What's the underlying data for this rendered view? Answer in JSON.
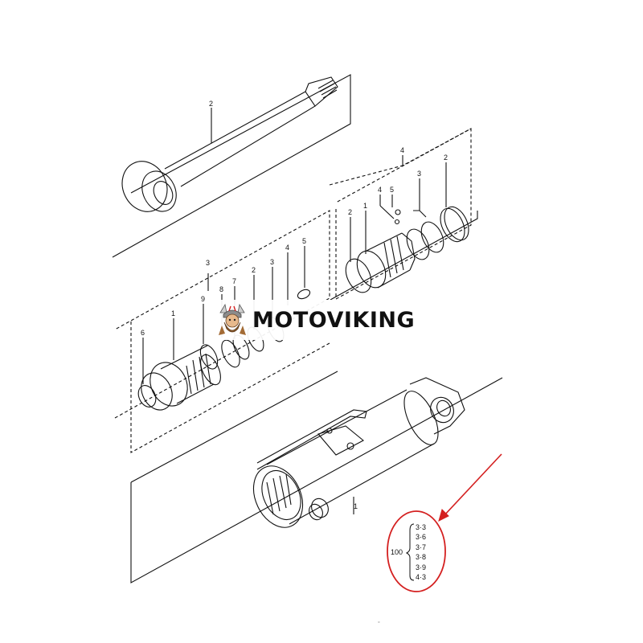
{
  "callouts": {
    "rod_2": "2",
    "gland_3": "3",
    "piston_4": "4",
    "gland_parts": [
      "6",
      "1",
      "9",
      "8",
      "7",
      "2",
      "3",
      "4",
      "5"
    ],
    "piston_parts": [
      "2",
      "1",
      "4",
      "5",
      "3",
      "2"
    ],
    "tube_1": "1"
  },
  "kit": {
    "number": "100",
    "items": [
      "3·3",
      "3·6",
      "3·7",
      "3·8",
      "3·9",
      "4·3"
    ]
  },
  "watermark": {
    "brand": "MOTOVIKING"
  },
  "colors": {
    "line": "#111111",
    "highlight": "#d42020",
    "logo": "#8a5a2b"
  }
}
